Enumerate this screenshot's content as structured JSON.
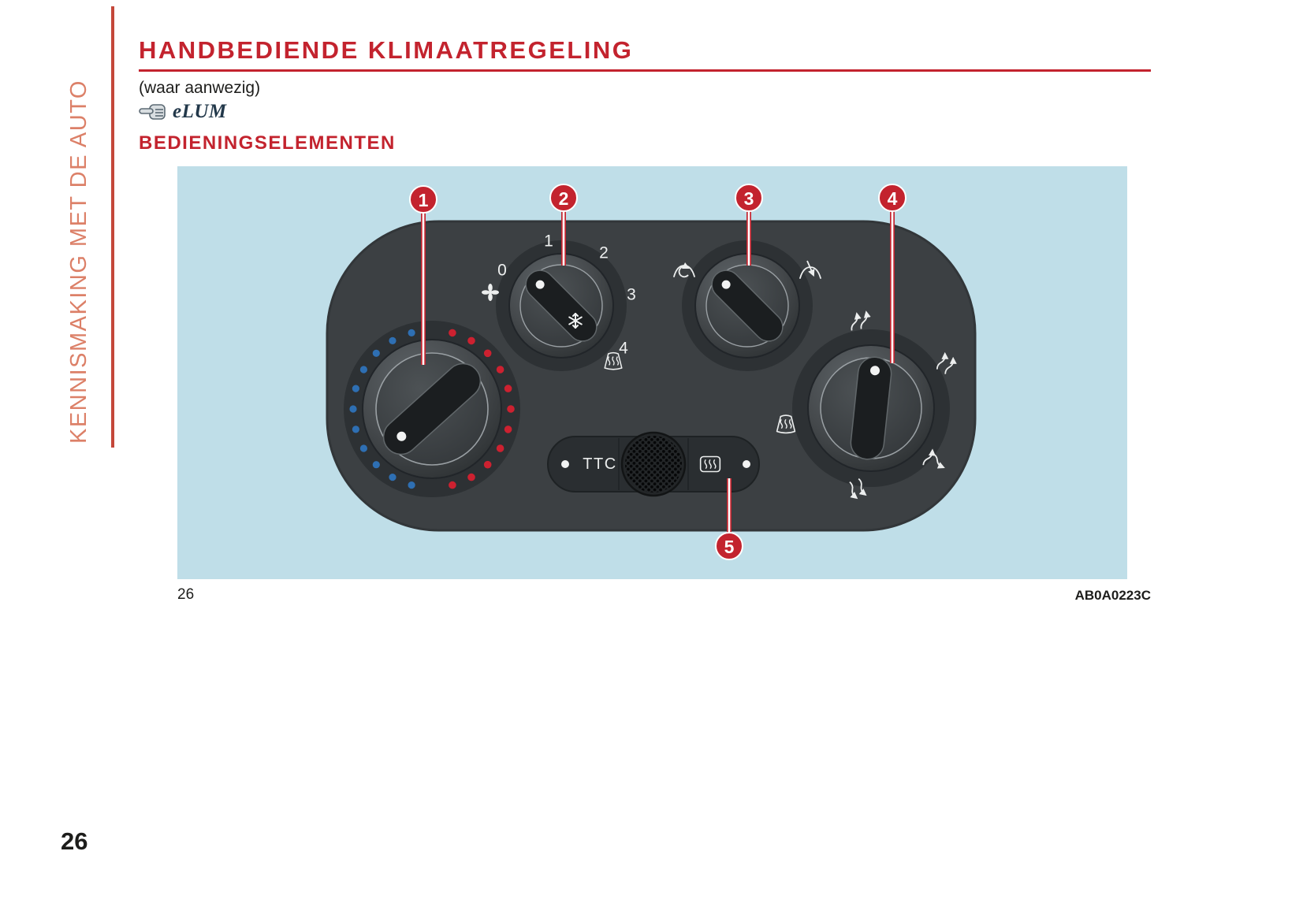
{
  "sidebar": {
    "label": "KENNISMAKING MET DE AUTO"
  },
  "header": {
    "title": "HANDBEDIENDE KLIMAATREGELING",
    "availability_note": "(waar aanwezig)",
    "elum_logo_text": "eLUM",
    "section_title": "BEDIENINGSELEMENTEN"
  },
  "figure": {
    "background_color": "#bfdee8",
    "panel_color": "#3c4043",
    "accent_red": "#c3232e",
    "cold_dot_color": "#2e6fb3",
    "hot_dot_color": "#cd2130",
    "callout_labels": [
      "1",
      "2",
      "3",
      "4",
      "5"
    ],
    "fan_speed_labels": [
      "0",
      "1",
      "2",
      "3",
      "4"
    ],
    "ttc_button_label": "TTC",
    "icons": {
      "knob1": "temperature-knob",
      "knob2": "fan-speed-knob",
      "knob3": "air-source-knob",
      "knob4": "air-distribution-knob",
      "fan": "fan-icon",
      "snowflake": "ac-snowflake-icon",
      "front_defrost": "windshield-defrost-icon",
      "recirculation": "recirculation-icon",
      "outside_air": "outside-air-icon",
      "rear_defrost": "rear-window-defrost-icon",
      "speaker": "speaker-grille",
      "pointing_hand": "pointing-hand-icon"
    },
    "caption_number": "26",
    "figure_code": "AB0A0223C"
  },
  "footer": {
    "page_number": "26"
  }
}
